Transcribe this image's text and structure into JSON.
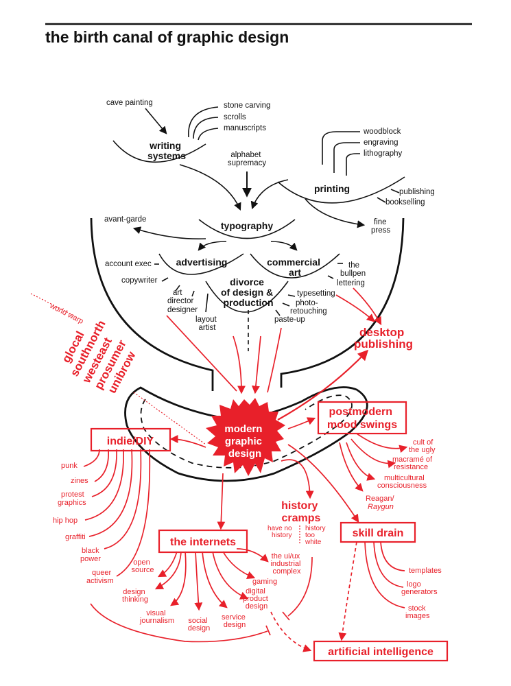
{
  "title": "the birth canal of graphic design",
  "colors": {
    "ink": "#111111",
    "accent": "#e8202a",
    "background": "#ffffff"
  },
  "nodes": {
    "cave_painting": "cave painting",
    "stone_carving": "stone carving",
    "scrolls": "scrolls",
    "manuscripts": "manuscripts",
    "writing_systems": [
      "writing",
      "systems"
    ],
    "alphabet_supremacy": [
      "alphabet",
      "supremacy"
    ],
    "woodblock": "woodblock",
    "engraving": "engraving",
    "lithography": "lithography",
    "printing": "printing",
    "publishing": "publishing",
    "bookselling": "bookselling",
    "fine_press": [
      "fine",
      "press"
    ],
    "avant_garde": "avant-garde",
    "typography": "typography",
    "advertising": "advertising",
    "commercial_art": [
      "commercial",
      "art"
    ],
    "account_exec": "account exec",
    "copywriter": "copywriter",
    "art_director": [
      "art",
      "director"
    ],
    "designer": "designer",
    "layout_artist": [
      "layout",
      "artist"
    ],
    "divorce": [
      "divorce",
      "of design &",
      "production"
    ],
    "the_bullpen": [
      "the",
      "bullpen"
    ],
    "lettering": "lettering",
    "typesetting": "typesetting",
    "photo_retouching": [
      "photo-",
      "retouching"
    ],
    "paste_up": "paste-up",
    "world_warp": "world warp",
    "glocal_stack": [
      "glocal",
      "southnorth",
      "westeast",
      "prosumer",
      "unibrow"
    ],
    "desktop_publishing": [
      "desktop",
      "publishing"
    ],
    "modern_graphic_design": [
      "modern",
      "graphic",
      "design"
    ],
    "postmodern": [
      "postmodern",
      "mood swings"
    ],
    "cult_of_ugly": [
      "cult of",
      "the ugly"
    ],
    "macrame": [
      "macramé of",
      "resistance"
    ],
    "multicultural": [
      "multicultural",
      "consciousness"
    ],
    "reagan": "Reagan/",
    "raygun": "Raygun",
    "indie_diy": "indie/DIY",
    "punk": "punk",
    "zines": "zines",
    "protest_graphics": [
      "protest",
      "graphics"
    ],
    "hip_hop": "hip hop",
    "graffiti": "graffiti",
    "black_power": [
      "black",
      "power"
    ],
    "queer_activism": [
      "queer",
      "activism"
    ],
    "history_cramps": [
      "history",
      "cramps"
    ],
    "have_no_history": [
      "have no",
      "history"
    ],
    "history_too_white": [
      "history",
      "too",
      "white"
    ],
    "the_internets": "the internets",
    "uiux": [
      "the ui/ux",
      "industrial",
      "complex"
    ],
    "open_source": [
      "open",
      "source"
    ],
    "design_thinking": [
      "design",
      "thinking"
    ],
    "visual_journalism": [
      "visual",
      "journalism"
    ],
    "social_design": [
      "social",
      "design"
    ],
    "service_design": [
      "service",
      "design"
    ],
    "gaming": "gaming",
    "digital_product_design": [
      "digital",
      "product",
      "design"
    ],
    "skill_drain": "skill drain",
    "templates": "templates",
    "logo_generators": [
      "logo",
      "generators"
    ],
    "stock_images": [
      "stock",
      "images"
    ],
    "artificial_intelligence": "artificial intelligence"
  }
}
